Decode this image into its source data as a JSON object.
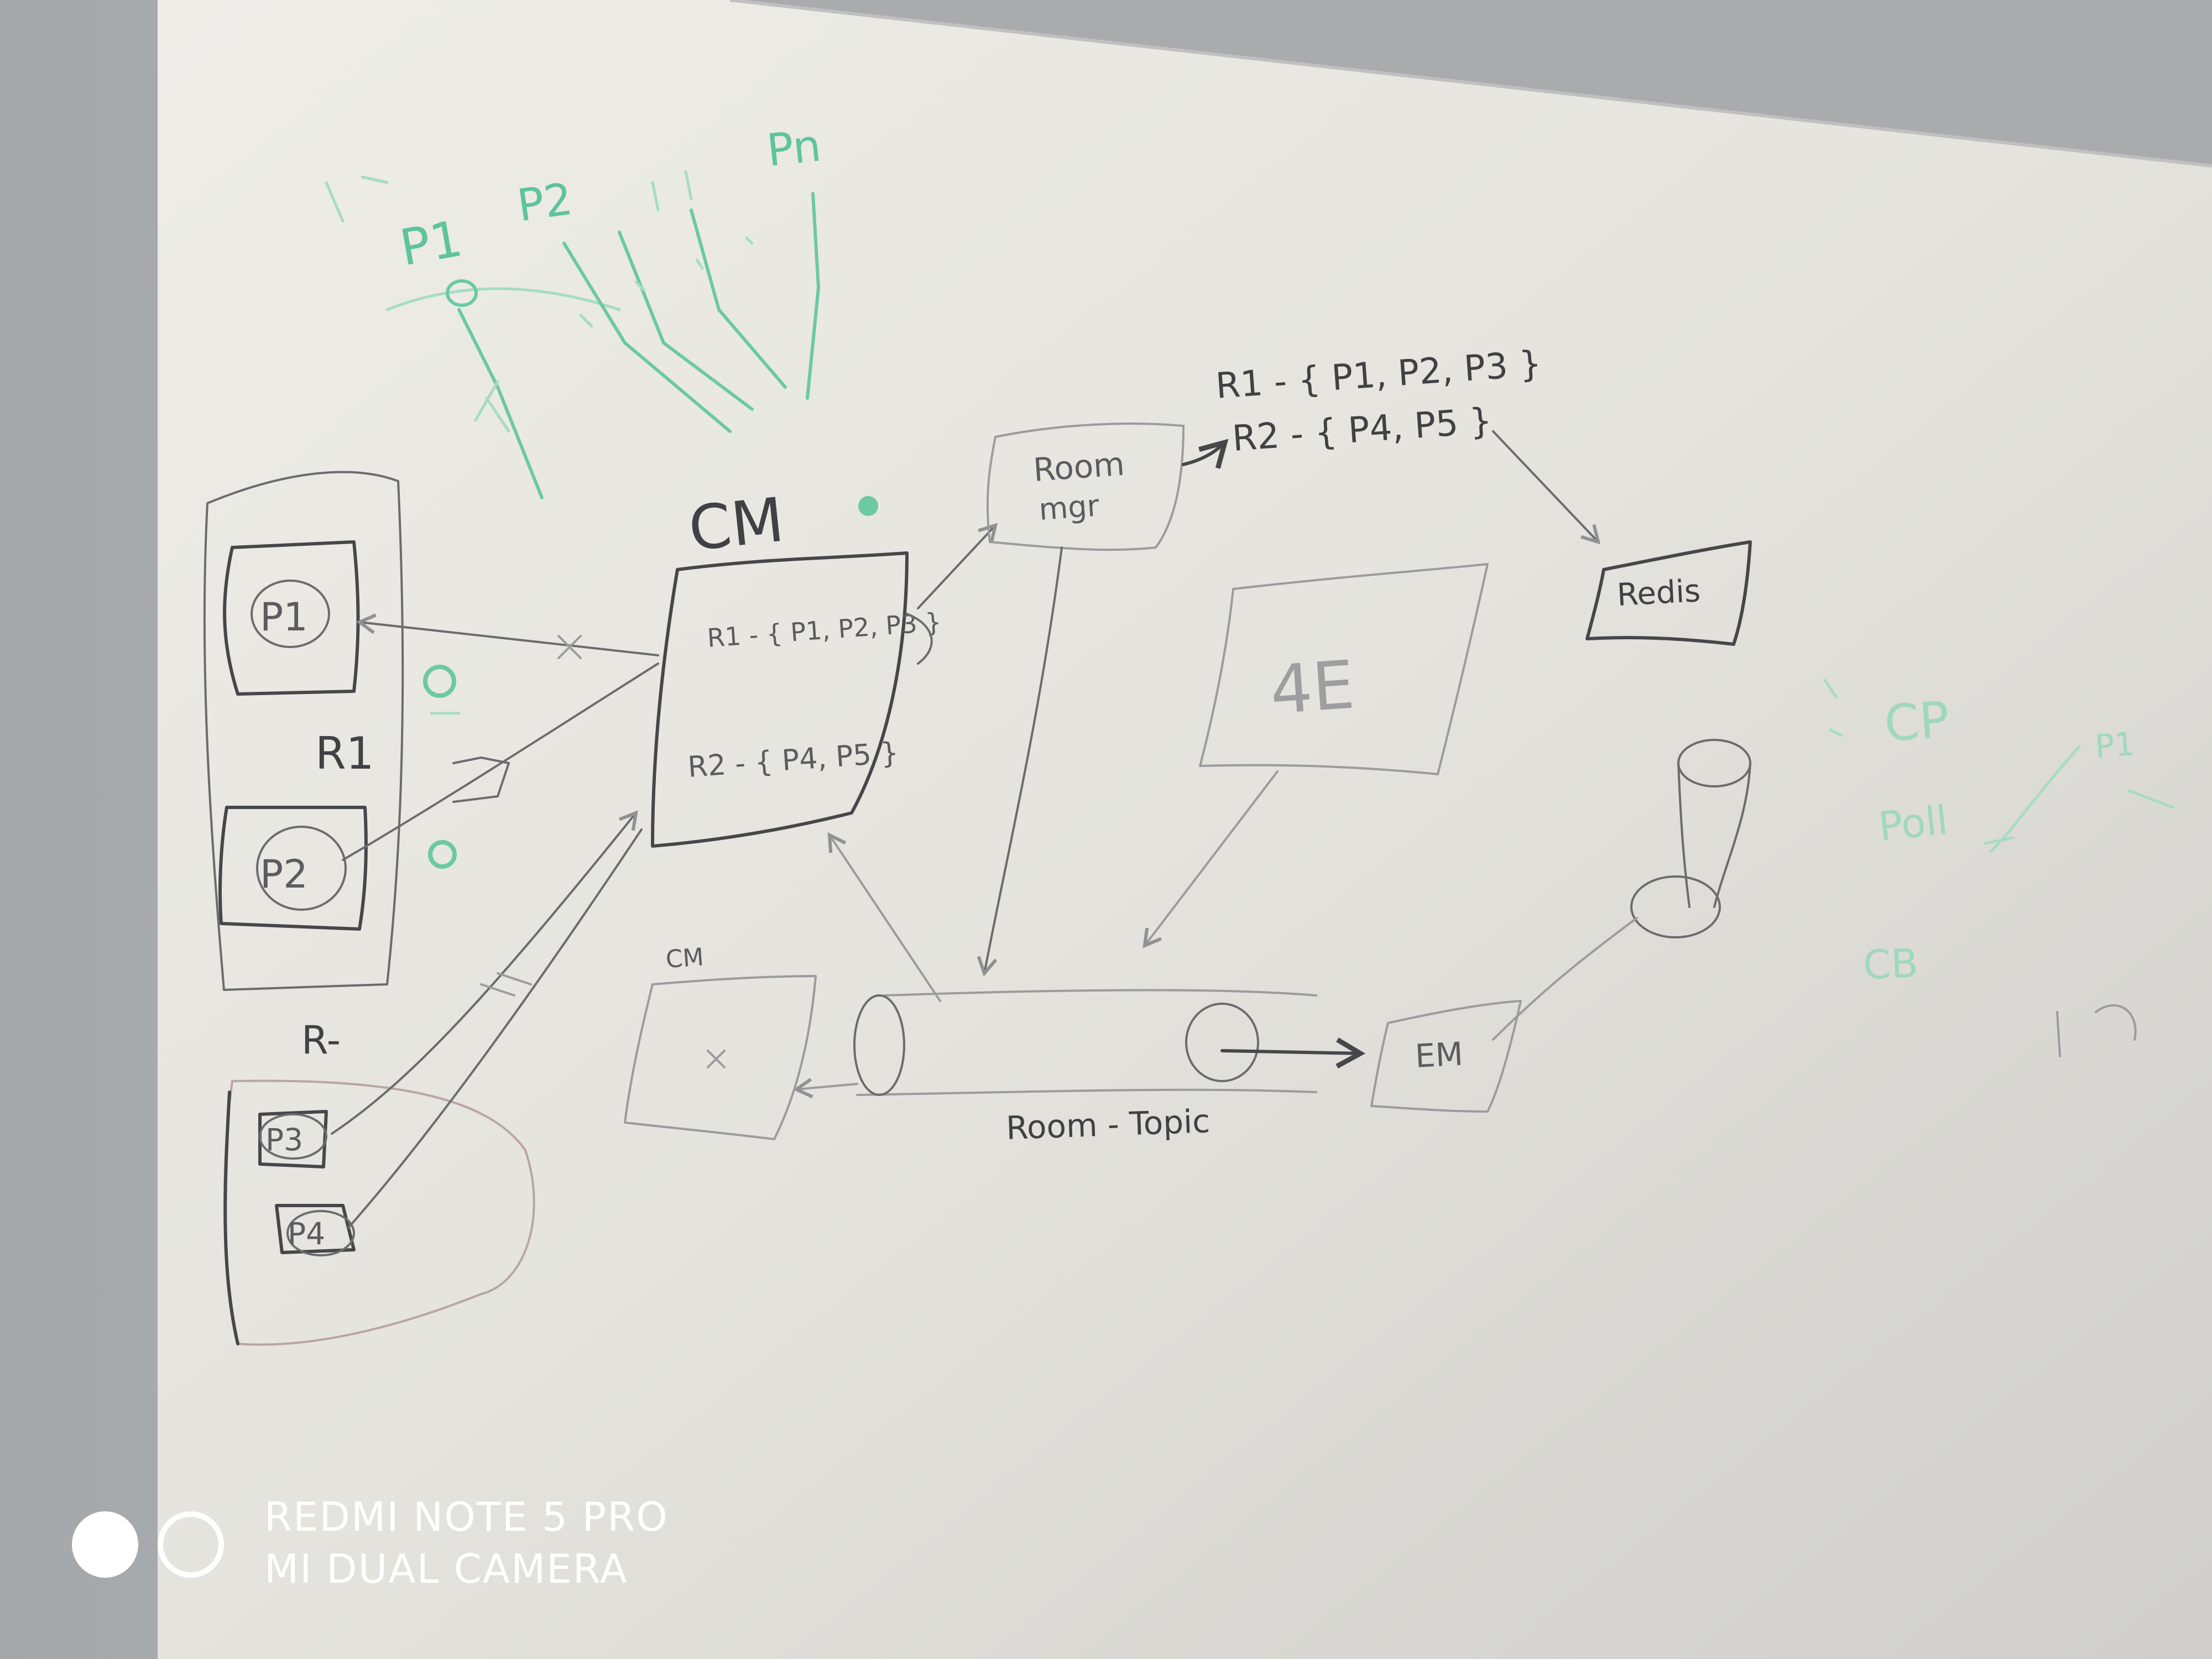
{
  "diagram": {
    "green_labels": {
      "p1": "P1",
      "p2": "P2",
      "pn": "Pn"
    },
    "left_group": {
      "room_label": "R1",
      "room_label_2": "R-",
      "nodes": [
        "P1",
        "P2",
        "P3",
        "P4"
      ]
    },
    "cm_top": {
      "label": "CM",
      "line1": "R1 - { P1, P2, P3 }",
      "line2": "R2 - { P4, P5 }"
    },
    "room_mgr": {
      "line1": "Room",
      "line2": "mgr"
    },
    "mapping": {
      "line1": "R1 - { P1, P2, P3 }",
      "line2": "R2 - { P4, P5 }"
    },
    "redis": "Redis",
    "center_box": "4E",
    "cm_bottom": "CM",
    "room_topic": "Room - Topic",
    "em": "EM",
    "right_notes": {
      "cp": "CP",
      "poll": "Poll",
      "cb": "CB",
      "p1": "P1"
    }
  },
  "watermark": {
    "line1": "REDMI NOTE 5 PRO",
    "line2": "MI DUAL CAMERA"
  },
  "colors": {
    "board": "#e6e5df",
    "ink": "#45474a",
    "green_marker": "#6cc9a2",
    "watermark": "#ffffff"
  }
}
